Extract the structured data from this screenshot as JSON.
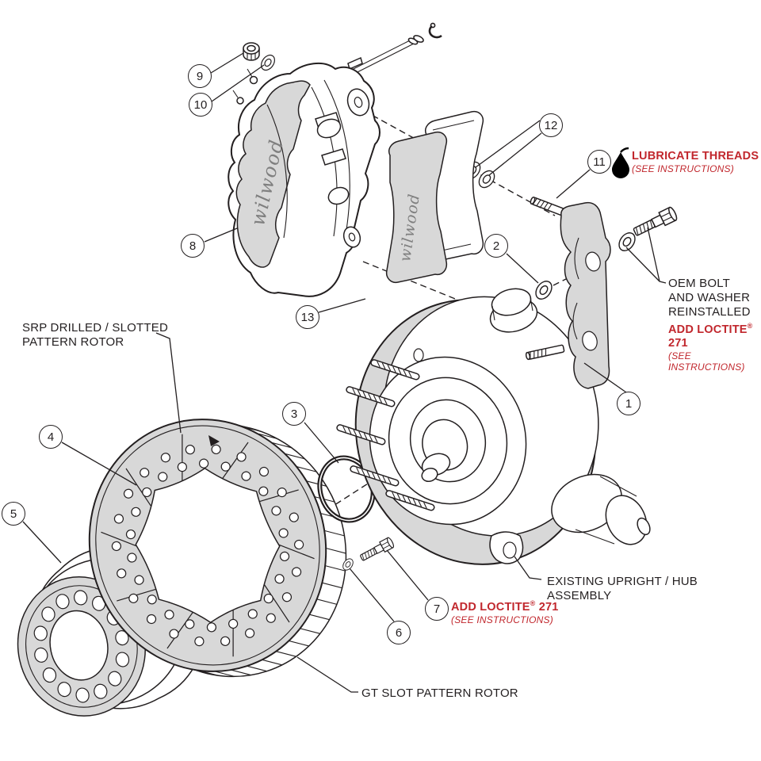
{
  "diagram": {
    "callouts": {
      "c1": "1",
      "c2": "2",
      "c3": "3",
      "c4": "4",
      "c5": "5",
      "c6": "6",
      "c7": "7",
      "c8": "8",
      "c9": "9",
      "c10": "10",
      "c11": "11",
      "c12": "12",
      "c13": "13"
    },
    "labels": {
      "srp_line1": "SRP DRILLED / SLOTTED",
      "srp_line2": "PATTERN ROTOR",
      "gt_rotor": "GT SLOT PATTERN ROTOR",
      "existing_upright": "EXISTING UPRIGHT / HUB ASSEMBLY",
      "lubricate_title": "LUBRICATE THREADS",
      "lubricate_sub": "(SEE INSTRUCTIONS)",
      "oem_line1": "OEM BOLT",
      "oem_line2": "AND WASHER",
      "oem_line3": "REINSTALLED",
      "oem_red": "ADD LOCTITE",
      "oem_red_sup": "®",
      "oem_red_num": "271",
      "oem_sub": "(SEE INSTRUCTIONS)",
      "loctite7_red": "ADD LOCTITE",
      "loctite7_sup": "®",
      "loctite7_num": "271",
      "loctite7_sub": "(SEE INSTRUCTIONS)"
    },
    "logos": {
      "caliper": "wilwood",
      "pad": "wilwood"
    },
    "colors": {
      "line": "#231f20",
      "fill": "#d8d8d8",
      "red": "#c1272d",
      "background": "#ffffff"
    }
  }
}
